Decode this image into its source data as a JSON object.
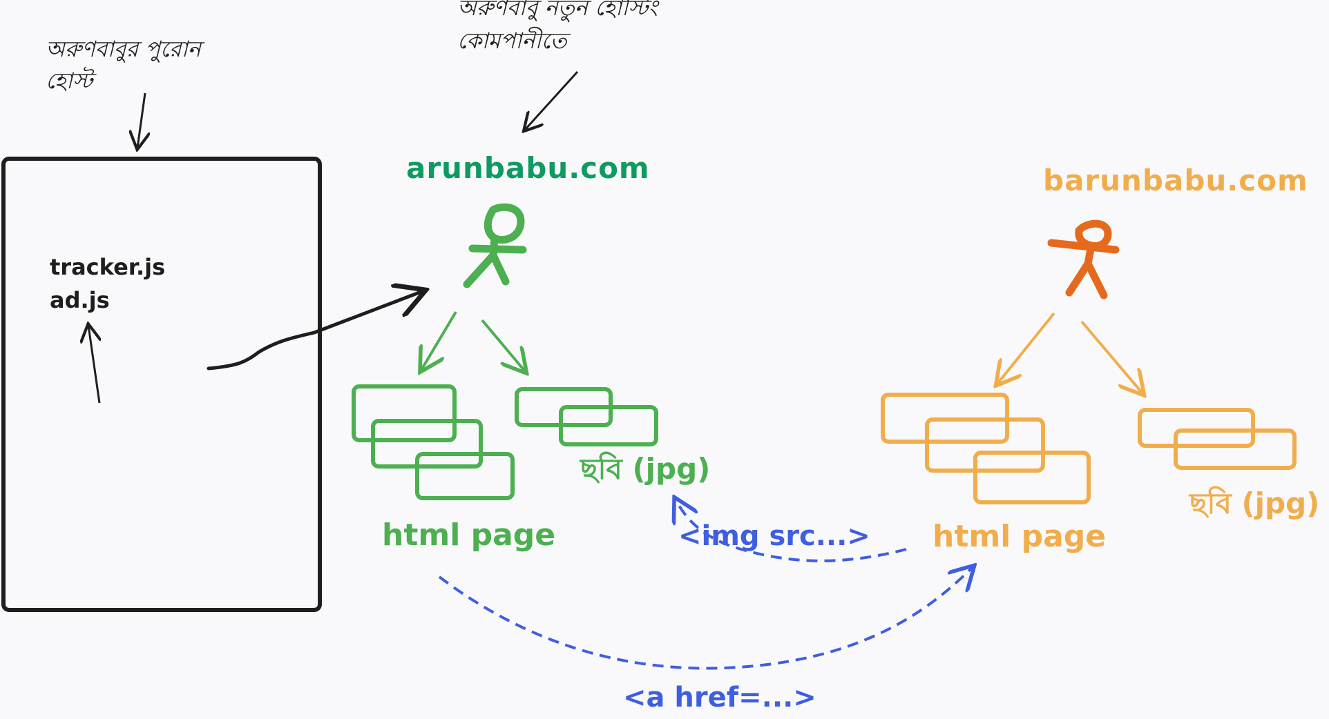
{
  "colors": {
    "black": "#1e1e1e",
    "green_dark": "#0e9a60",
    "green": "#4caf50",
    "orange_light": "#f1ad4c",
    "orange_dark": "#e66a1e",
    "blue": "#3f5ee0",
    "background": "#f9f9fb"
  },
  "old_host": {
    "annotation_line1": "অরুণবাবুর পুরোন",
    "annotation_line2": "হোস্ট",
    "file1": "tracker.js",
    "file2": "ad.js"
  },
  "new_host": {
    "annotation_line1": "অরুণবাবু নতুন হোস্টিং",
    "annotation_line2": "কোমপানীতে"
  },
  "arun": {
    "domain": "arunbabu.com",
    "html_label": "html page",
    "image_label": "ছবি (jpg)"
  },
  "barun": {
    "domain": "barunbabu.com",
    "html_label": "html page",
    "image_label": "ছবি (jpg)"
  },
  "links": {
    "img_src": "<img src...>",
    "a_href": "<a href=...>"
  }
}
